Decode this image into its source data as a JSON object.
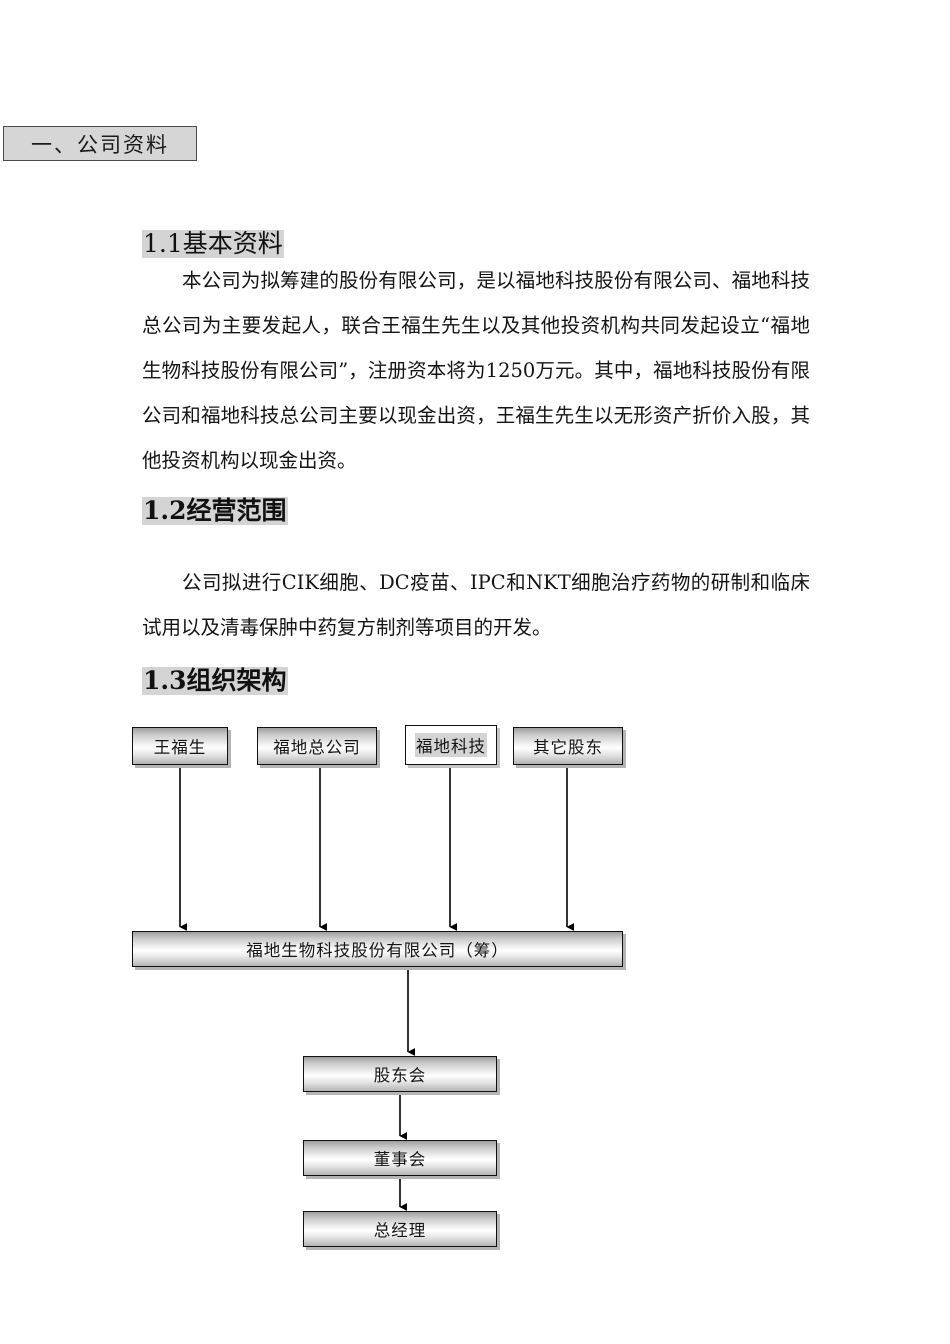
{
  "document": {
    "section_title": "一、公司资料"
  },
  "sections": [
    {
      "heading": "1.1基本资料",
      "body": "本公司为拟筹建的股份有限公司，是以福地科技股份有限公司、福地科技总公司为主要发起人，联合王福生先生以及其他投资机构共同发起设立“福地生物科技股份有限公司”，注册资本将为1250万元。其中，福地科技股份有限公司和福地科技总公司主要以现金出资，王福生先生以无形资产折价入股，其他投资机构以现金出资。"
    },
    {
      "heading": "1.2经营范围",
      "body": "公司拟进行CIK细胞、DC疫苗、IPC和NKT细胞治疗药物的研制和临床试用以及清毒保肿中药复方制剂等项目的开发。"
    },
    {
      "heading": "1.3组织架构",
      "body": ""
    }
  ],
  "org_chart": {
    "shareholders": [
      {
        "id": "wangfusheng",
        "label": "王福生"
      },
      {
        "id": "fudizonggongsi",
        "label": "福地总公司"
      },
      {
        "id": "fudikeji",
        "label": "福地科技"
      },
      {
        "id": "qitagudong",
        "label": "其它股东"
      }
    ],
    "company": {
      "id": "company",
      "label": "福地生物科技股份有限公司（筹）"
    },
    "governance": [
      {
        "id": "gudonghui",
        "label": "股东会"
      },
      {
        "id": "dongshihui",
        "label": "董事会"
      },
      {
        "id": "zongjingli",
        "label": "总经理"
      }
    ]
  },
  "colors": {
    "highlight": "#d4d4d4",
    "node_border": "#111111",
    "title_fill": "#d6d6d6",
    "text": "#141414"
  }
}
